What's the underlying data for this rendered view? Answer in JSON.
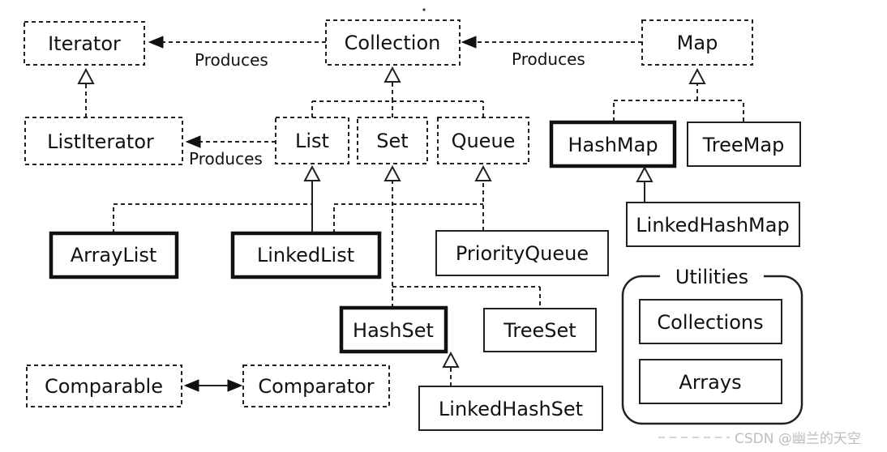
{
  "nodes": {
    "iterator": "Iterator",
    "collection": "Collection",
    "map": "Map",
    "list_iterator": "ListIterator",
    "list": "List",
    "set": "Set",
    "queue": "Queue",
    "hash_map": "HashMap",
    "tree_map": "TreeMap",
    "linked_hash_map": "LinkedHashMap",
    "array_list": "ArrayList",
    "linked_list": "LinkedList",
    "priority_queue": "PriorityQueue",
    "hash_set": "HashSet",
    "tree_set": "TreeSet",
    "linked_hash_set": "LinkedHashSet",
    "comparable": "Comparable",
    "comparator": "Comparator",
    "collections": "Collections",
    "arrays": "Arrays"
  },
  "edge_labels": {
    "collection_produces_iterator": "Produces",
    "map_produces_collection": "Produces",
    "list_produces_listiterator": "Produces"
  },
  "group": {
    "utilities_title": "Utilities"
  },
  "watermark": "CSDN @幽兰的天空"
}
